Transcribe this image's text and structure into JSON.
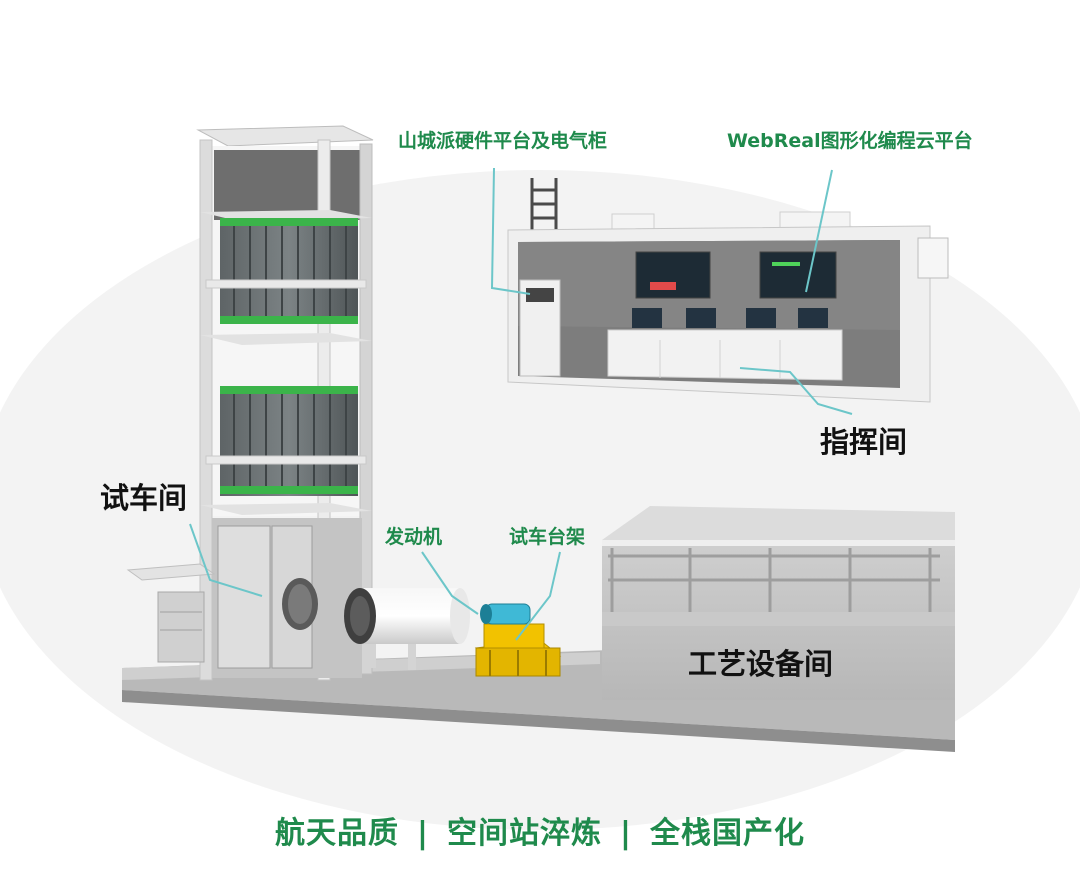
{
  "labels": {
    "hardware_cabinet": "山城派硬件平台及电气柜",
    "webreal_platform": "WebReal图形化编程云平台",
    "command_room": "指挥间",
    "test_cell": "试车间",
    "engine": "发动机",
    "test_stand": "试车台架",
    "process_room": "工艺设备间"
  },
  "tagline": {
    "part1": "航天品质",
    "separator": "|",
    "part2": "空间站淬炼",
    "part3": "全栈国产化"
  },
  "colors": {
    "accent_green": "#1f8a4c",
    "leader_line": "#6cc6c9",
    "stand_yellow": "#f2c200",
    "battery_green": "#3bb44a"
  }
}
